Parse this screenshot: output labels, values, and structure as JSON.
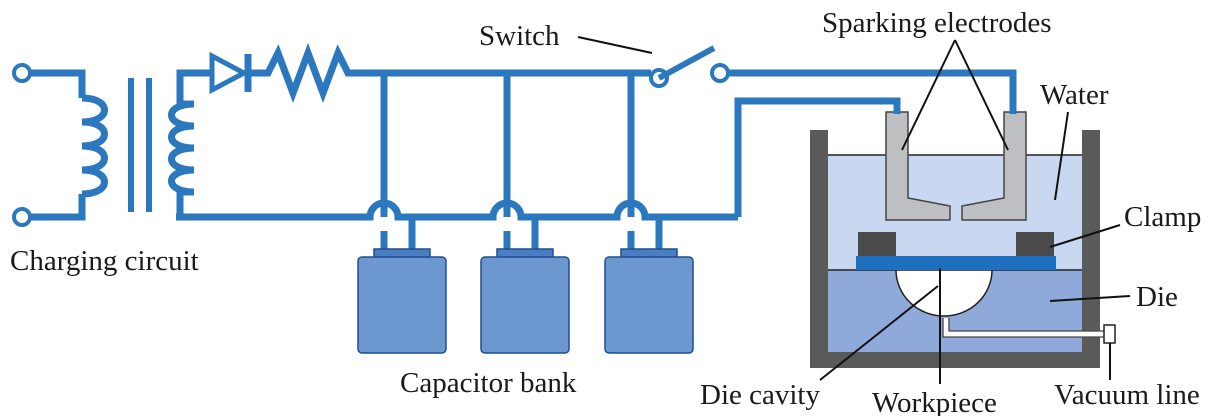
{
  "labels": {
    "charging_circuit": "Charging circuit",
    "switch": "Switch",
    "sparking_electrodes": "Sparking electrodes",
    "water": "Water",
    "clamp": "Clamp",
    "die": "Die",
    "capacitor_bank": "Capacitor bank",
    "die_cavity": "Die cavity",
    "workpiece": "Workpiece",
    "vacuum_line": "Vacuum line"
  },
  "colors": {
    "wire": "#2b78bf",
    "capacitor": "#6d97cf",
    "capacitor_edge": "#1f4f8f",
    "water": "#c9d7f0",
    "die": "#8fa9db",
    "tank_wall": "#5a5a5a",
    "electrode": "#bdbfc3",
    "clamp": "#4a4a4a",
    "workpiece": "#1f6fbf"
  }
}
